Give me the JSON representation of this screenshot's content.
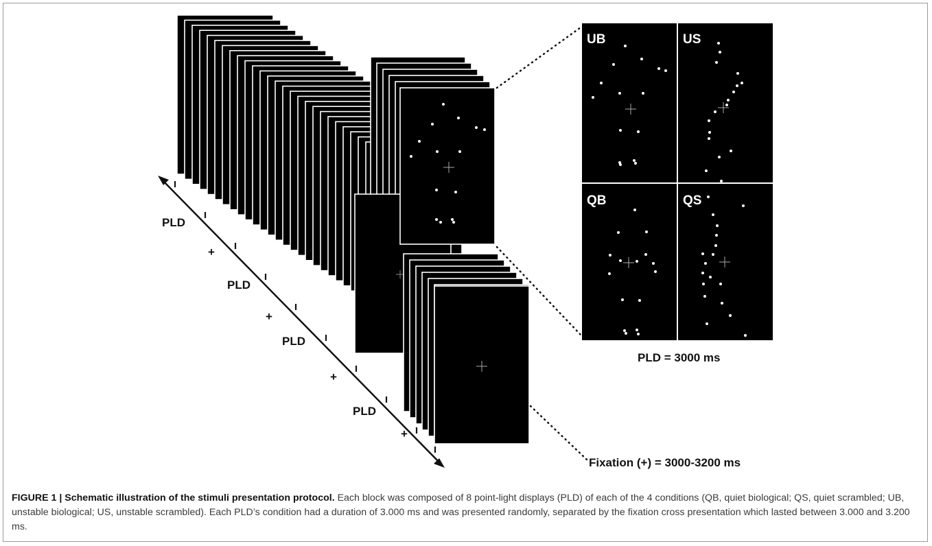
{
  "timeline": {
    "labels": [
      {
        "text": "PLD"
      },
      {
        "text": "+"
      },
      {
        "text": "PLD"
      },
      {
        "text": "+"
      },
      {
        "text": "PLD"
      },
      {
        "text": "+"
      },
      {
        "text": "PLD"
      },
      {
        "text": "+"
      }
    ]
  },
  "panels": {
    "ub": "UB",
    "us": "US",
    "qb": "QB",
    "qs": "QS"
  },
  "annotations": {
    "pld_duration": "PLD = 3000 ms",
    "fixation_duration": "Fixation (+) = 3000-3200 ms"
  },
  "caption": {
    "label": "FIGURE 1 | Schematic illustration of the stimuli presentation protocol.",
    "text": " Each block was composed of 8 point-light displays (PLD) of each of the 4 conditions (QB, quiet biological; QS, quiet scrambled; UB, unstable biological; US, unstable scrambled). Each PLD’s condition had a duration of 3.000 ms and was presented randomly, separated by the fixation cross presentation which lasted between 3.000 and 3.200 ms."
  }
}
